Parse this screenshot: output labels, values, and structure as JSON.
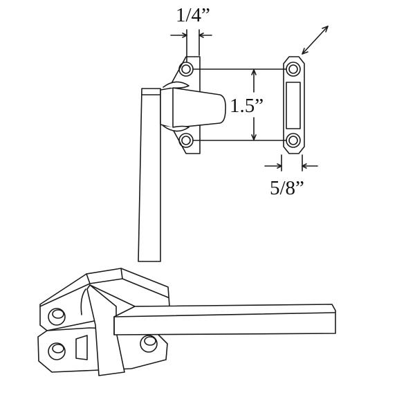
{
  "diagram": {
    "subject": "window casement lock handle with keeper",
    "dimensions": {
      "hole_offset": "1/4”",
      "hole_spacing": "1.5”",
      "keeper_width": "5/8”"
    },
    "colors": {
      "line": "#1a1a1a",
      "background": "#ffffff"
    }
  }
}
